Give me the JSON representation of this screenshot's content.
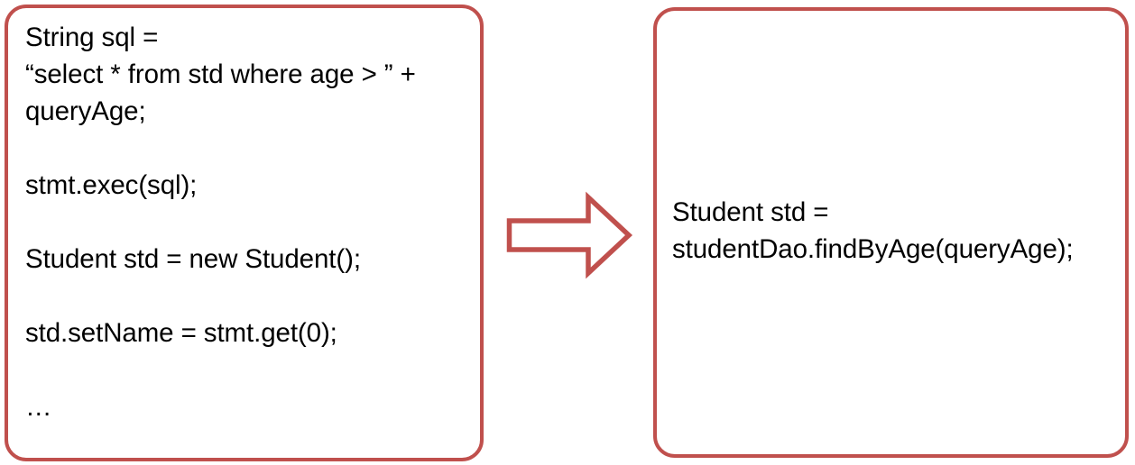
{
  "diagram": {
    "type": "before-after-refactoring",
    "accent_color": "#C0504D",
    "text_color": "#000000",
    "background_color": "#FFFFFF",
    "before": {
      "label": "before-code-block",
      "lines": [
        "String sql =",
        "“select * from std where age > ” +",
        "queryAge;",
        "",
        "stmt.exec(sql);",
        "",
        "Student std = new Student();",
        "",
        "std.setName = stmt.get(0);",
        "",
        "…"
      ]
    },
    "arrow": {
      "label": "right-arrow",
      "direction": "right",
      "fill": "#FFFFFF",
      "stroke": "#C0504D"
    },
    "after": {
      "label": "after-code-block",
      "lines": [
        "Student std =",
        "studentDao.findByAge(queryAge);"
      ]
    }
  }
}
